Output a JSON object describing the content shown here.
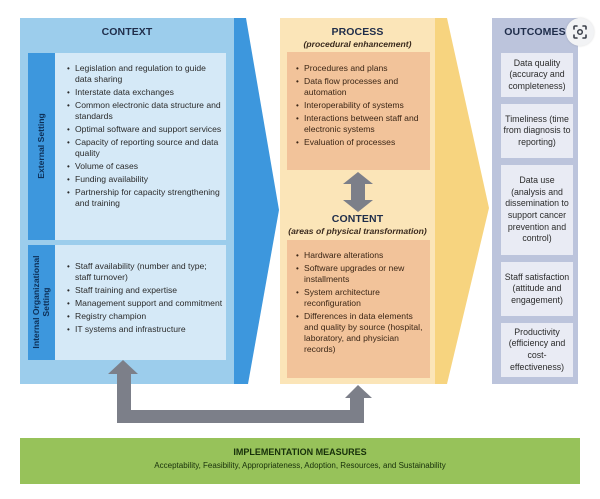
{
  "colors": {
    "context_panel": "#9ccdec",
    "context_arrow": "#3d97dd",
    "context_inner_box": "#d5e9f7",
    "context_label_strip": "#3d97dd",
    "process_panel": "#fbe5b8",
    "process_arrow": "#f7d47f",
    "orange_box": "#f2c39a",
    "outcomes_panel": "#bcc4dc",
    "outcome_box": "#e9ebf4",
    "connector_arrow": "#7c7f89",
    "implementation_band": "#97c25a"
  },
  "context": {
    "title": "CONTEXT",
    "external": {
      "label": "External Setting",
      "items": [
        "Legislation and regulation to guide data sharing",
        "Interstate data exchanges",
        "Common electronic data structure and standards",
        "Optimal software and support services",
        "Capacity of reporting source and data quality",
        "Volume of cases",
        "Funding availability",
        "Partnership for capacity strengthening and training"
      ]
    },
    "internal": {
      "label_line1": "Internal Organizational",
      "label_line2": "Setting",
      "items": [
        "Staff availability (number and type; staff turnover)",
        "Staff training and expertise",
        "Management support and commitment",
        "Registry champion",
        "IT  systems and infrastructure"
      ]
    }
  },
  "process": {
    "title": "PROCESS",
    "subtitle": "(procedural enhancement)",
    "items": [
      "Procedures and plans",
      "Data flow processes and automation",
      "Interoperability of systems",
      "Interactions between staff and electronic systems",
      "Evaluation of processes"
    ]
  },
  "content": {
    "title": "CONTENT",
    "subtitle": "(areas of physical transformation)",
    "items": [
      "Hardware alterations",
      "Software upgrades or new installments",
      "System architecture reconfiguration",
      "Differences in data elements and quality by source  (hospital, laboratory, and physician records)"
    ]
  },
  "outcomes": {
    "title": "OUTCOMES",
    "items": [
      "Data quality (accuracy and completeness)",
      "Timeliness (time from diagnosis to reporting)",
      "Data use (analysis and dissemination to support cancer prevention and control)",
      "Staff satisfaction (attitude and engagement)",
      "Productivity (efficiency and cost-effectiveness)"
    ]
  },
  "implementation": {
    "title": "IMPLEMENTATION MEASURES",
    "subtitle": "Acceptability, Feasibility, Appropriateness, Adoption, Resources, and Sustainability"
  },
  "overlay": {
    "icon": "lens-scan-icon"
  }
}
